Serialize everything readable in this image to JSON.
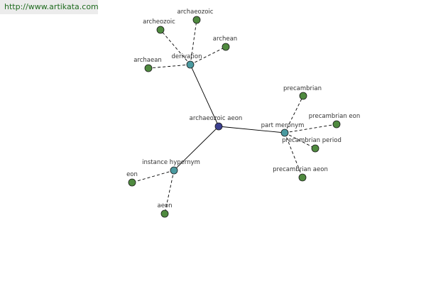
{
  "watermark": "http://www.artikata.com",
  "colors": {
    "center": "#3b3f8f",
    "relation": "#4a9aa0",
    "leaf": "#4f8a3f",
    "edge": "#000000",
    "watermark_bg": "#ececec",
    "watermark_text": "#1e6b1e"
  },
  "graph": {
    "center": "archaeozoic aeon",
    "relations": [
      {
        "label": "derivation",
        "terms": [
          "archaeozoic",
          "archeozoic",
          "archean",
          "archaean"
        ]
      },
      {
        "label": "part meronym",
        "terms": [
          "precambrian",
          "precambrian eon",
          "precambrian period",
          "precambrian aeon"
        ]
      },
      {
        "label": "instance hypernym",
        "terms": [
          "eon",
          "aeon"
        ]
      }
    ]
  }
}
